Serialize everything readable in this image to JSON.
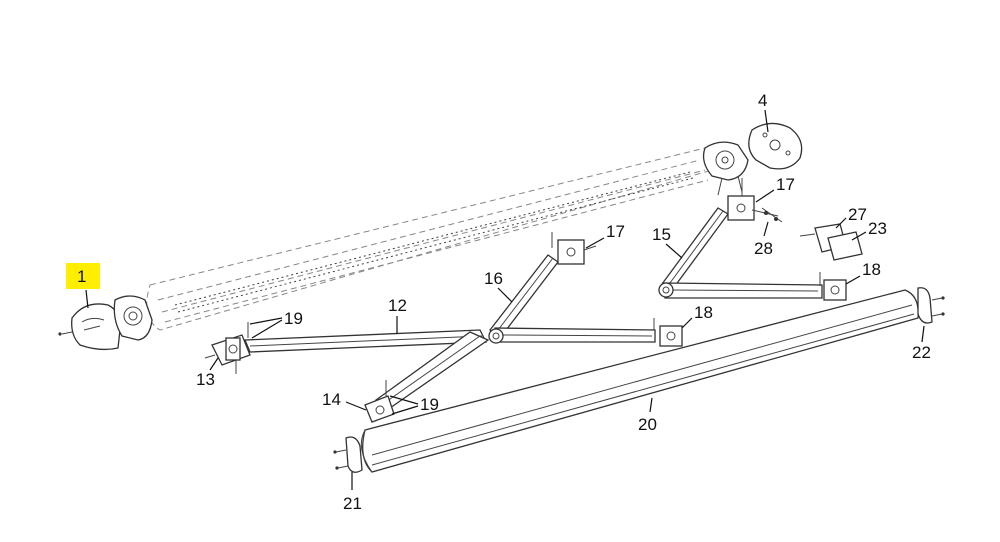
{
  "diagram": {
    "highlight_color": "#ffee00",
    "callouts": [
      {
        "id": "1",
        "text": "1",
        "highlighted": true
      },
      {
        "id": "4",
        "text": "4"
      },
      {
        "id": "12",
        "text": "12"
      },
      {
        "id": "13",
        "text": "13"
      },
      {
        "id": "14",
        "text": "14"
      },
      {
        "id": "15",
        "text": "15"
      },
      {
        "id": "16",
        "text": "16"
      },
      {
        "id": "17a",
        "text": "17"
      },
      {
        "id": "17b",
        "text": "17"
      },
      {
        "id": "18a",
        "text": "18"
      },
      {
        "id": "18b",
        "text": "18"
      },
      {
        "id": "19a",
        "text": "19"
      },
      {
        "id": "19b",
        "text": "19"
      },
      {
        "id": "20",
        "text": "20"
      },
      {
        "id": "21",
        "text": "21"
      },
      {
        "id": "22",
        "text": "22"
      },
      {
        "id": "23",
        "text": "23"
      },
      {
        "id": "27",
        "text": "27"
      },
      {
        "id": "28",
        "text": "28"
      }
    ]
  }
}
